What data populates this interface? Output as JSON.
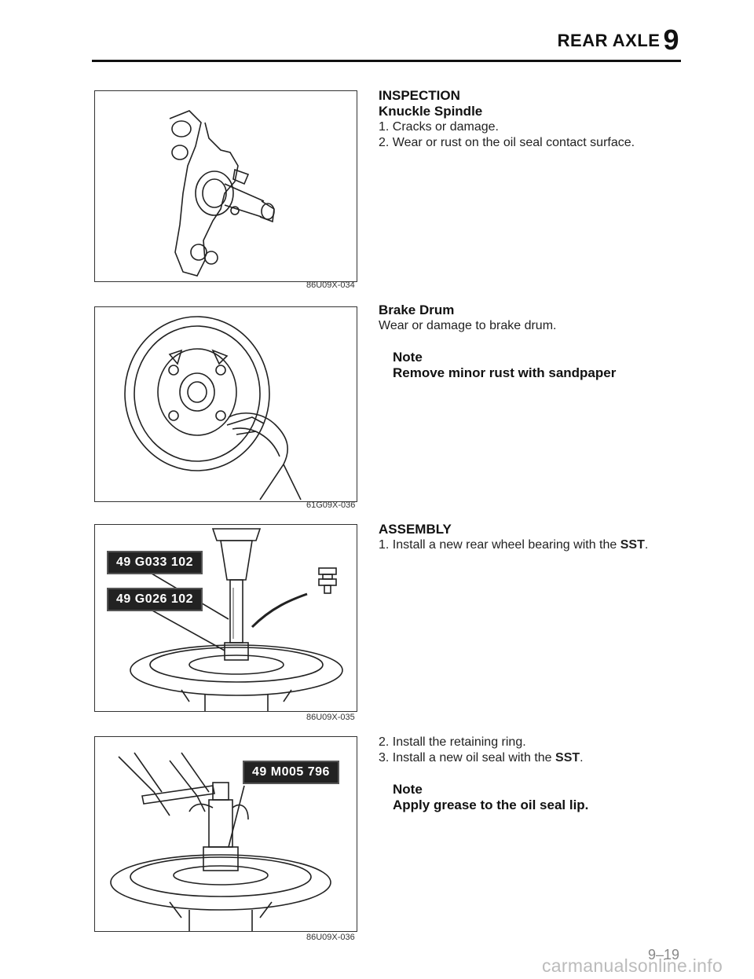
{
  "header": {
    "title": "REAR AXLE",
    "section_number": "9"
  },
  "figures": {
    "fig1": {
      "code": "86U09X-034"
    },
    "fig2": {
      "code": "61G09X-036"
    },
    "fig3": {
      "code": "86U09X-035",
      "tags": [
        "49 G033 102",
        "49 G026 102"
      ]
    },
    "fig4": {
      "code": "86U09X-036",
      "tags": [
        "49 M005 796"
      ]
    }
  },
  "inspection": {
    "heading": "INSPECTION",
    "subheading": "Knuckle Spindle",
    "items": [
      "1. Cracks or damage.",
      "2. Wear or rust on the oil seal contact surface."
    ]
  },
  "brake_drum": {
    "heading": "Brake Drum",
    "text": "Wear or damage to brake drum.",
    "note_label": "Note",
    "note_text": "Remove minor rust with sandpaper"
  },
  "assembly": {
    "heading": "ASSEMBLY",
    "step1_prefix": "1. Install a new rear wheel bearing with the ",
    "step1_bold": "SST",
    "step1_suffix": "."
  },
  "assembly2": {
    "step2": "2. Install the retaining ring.",
    "step3_prefix": "3. Install a new oil seal with the ",
    "step3_bold": "SST",
    "step3_suffix": ".",
    "note_label": "Note",
    "note_text": "Apply grease to the oil seal lip."
  },
  "footer": {
    "page": "9–19",
    "watermark": "carmanualsonline.info"
  }
}
